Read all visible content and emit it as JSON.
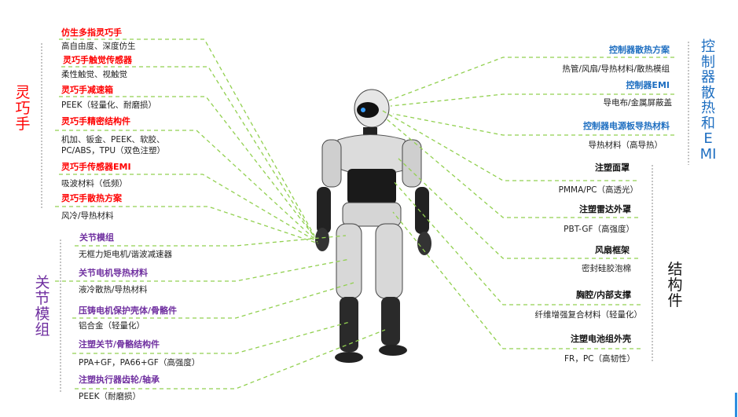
{
  "colors": {
    "hand": "#ff0000",
    "joint": "#7030a0",
    "controller": "#1f6fc1",
    "structure": "#111111",
    "connector": "#92d050"
  },
  "hand": {
    "label": "灵巧手",
    "items": [
      {
        "title": "仿生多指灵巧手",
        "desc": "高自由度、深度仿生"
      },
      {
        "title": "灵巧手触觉传感器",
        "desc": "柔性触觉、视触觉"
      },
      {
        "title": "灵巧手减速箱",
        "desc": "PEEK（轻量化、耐磨损）"
      },
      {
        "title": "灵巧手精密结构件",
        "desc": "机加、钣金、PEEK、软胶、",
        "desc2": "PC/ABS，TPU（双色注塑）"
      },
      {
        "title": "灵巧手传感器EMI",
        "desc": "吸波材料（低频）"
      },
      {
        "title": "灵巧手散热方案",
        "desc": "风冷/导热材料"
      }
    ]
  },
  "joint": {
    "label": "关节模组",
    "items": [
      {
        "title": "关节模组",
        "desc": "无框力矩电机/谐波减速器"
      },
      {
        "title": "关节电机导热材料",
        "desc": "液冷散热/导热材料"
      },
      {
        "title": "压铸电机保护壳体/骨骼件",
        "desc": "铝合金（轻量化）"
      },
      {
        "title": "注塑关节/骨骼结构件",
        "desc": "PPA+GF，PA66+GF（高强度）"
      },
      {
        "title": "注塑执行器齿轮/轴承",
        "desc": "PEEK（耐磨损）"
      }
    ]
  },
  "controller": {
    "label": "控制器散热和EMI",
    "items": [
      {
        "title": "控制器散热方案",
        "desc": "热管/风扇/导热材料/散热模组"
      },
      {
        "title": "控制器EMI",
        "desc": "导电布/金属屏蔽盖"
      },
      {
        "title": "控制器电源板导热材料",
        "desc": "导热材料（高导热）"
      }
    ]
  },
  "structure": {
    "label": "结构件",
    "items": [
      {
        "title": "注塑面罩",
        "desc": "PMMA/PC（高透光）"
      },
      {
        "title": "注塑雷达外罩",
        "desc": "PBT-GF（高强度）"
      },
      {
        "title": "风扇框架",
        "desc": "密封硅胶泡棉"
      },
      {
        "title": "胸腔/内部支撑",
        "desc": "纤维增强复合材料（轻量化）"
      },
      {
        "title": "注塑电池组外壳",
        "desc": "FR，PC（高韧性）"
      }
    ]
  }
}
